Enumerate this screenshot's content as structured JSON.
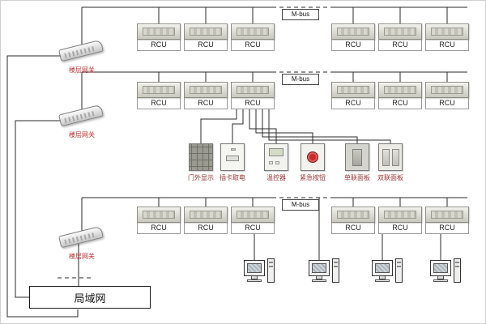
{
  "diagram": {
    "bus_label": "M-bus",
    "controller_label": "RCU",
    "gateway_label": "楼层网关",
    "lan_label": "局域网"
  },
  "field_devices": [
    {
      "name": "door-display",
      "label": "门外显示"
    },
    {
      "name": "card-power-switch",
      "label": "插卡取电"
    },
    {
      "name": "thermostat",
      "label": "温控器"
    },
    {
      "name": "emergency-button",
      "label": "紧急按钮"
    },
    {
      "name": "single-gang-panel",
      "label": "单联面板"
    },
    {
      "name": "double-gang-panel",
      "label": "双联面板"
    }
  ],
  "counts": {
    "rcu_per_floor": 6,
    "floors_shown": 3,
    "workstations": 4
  },
  "colors": {
    "wire": "#2a2a2a",
    "device_label_red": "#993333",
    "gateway_label_red": "#c03030",
    "emergency_button_red": "#cc2a2a"
  }
}
